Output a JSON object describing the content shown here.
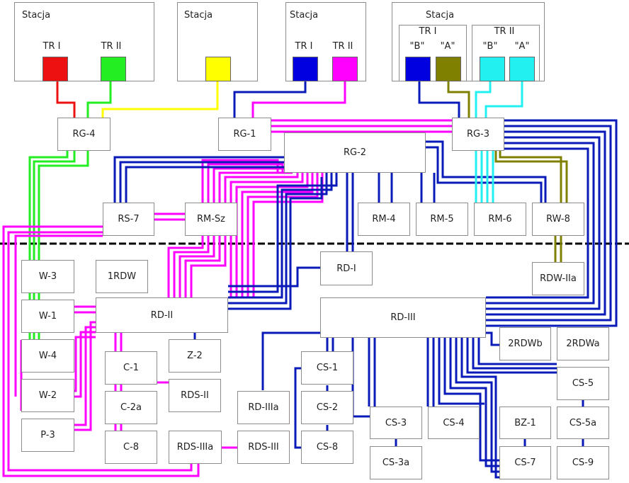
{
  "colors": {
    "red": "#ee1111",
    "green": "#22ee22",
    "yellow": "#ffff00",
    "blue": "#0000e0",
    "magenta": "#ff00ff",
    "navy": "#0a1ab8",
    "olive": "#808000",
    "cyan": "#22f0f0"
  },
  "stations": [
    {
      "title": "Stacja",
      "labels": [
        "TR I",
        "TR II"
      ]
    },
    {
      "title": "Stacja"
    },
    {
      "title": "Stacja",
      "labels": [
        "TR I",
        "TR II"
      ]
    },
    {
      "title": "Stacja",
      "groups": [
        "TR I",
        "TR II"
      ],
      "labels": [
        "\"B\"",
        "\"A\"",
        "\"B\"",
        "\"A\""
      ]
    }
  ],
  "nodes": {
    "rg4": "RG-4",
    "rg1": "RG-1",
    "rg2": "RG-2",
    "rg3": "RG-3",
    "rs7": "RS-7",
    "rmsz": "RM-Sz",
    "rm4": "RM-4",
    "rm5": "RM-5",
    "rm6": "RM-6",
    "rw8": "RW-8",
    "w3": "W-3",
    "rdw1": "1RDW",
    "rdi": "RD-I",
    "rdw2a": "RDW-IIa",
    "w1": "W-1",
    "rdii": "RD-II",
    "rdiii": "RD-III",
    "w4": "W-4",
    "c1": "C-1",
    "z2": "Z-2",
    "cs1": "CS-1",
    "rdw2b": "2RDWb",
    "rdw2a2": "2RDWa",
    "w2": "W-2",
    "c2a": "C-2a",
    "rdsii": "RDS-II",
    "rdiiia": "RD-IIIa",
    "cs2": "CS-2",
    "cs5": "CS-5",
    "cs3": "CS-3",
    "cs4": "CS-4",
    "bz1": "BZ-1",
    "cs5a": "CS-5a",
    "p3": "P-3",
    "c8": "C-8",
    "rdsiiia": "RDS-IIIa",
    "rdsiii": "RDS-III",
    "cs8": "CS-8",
    "cs3a": "CS-3a",
    "cs7": "CS-7",
    "cs9": "CS-9"
  }
}
